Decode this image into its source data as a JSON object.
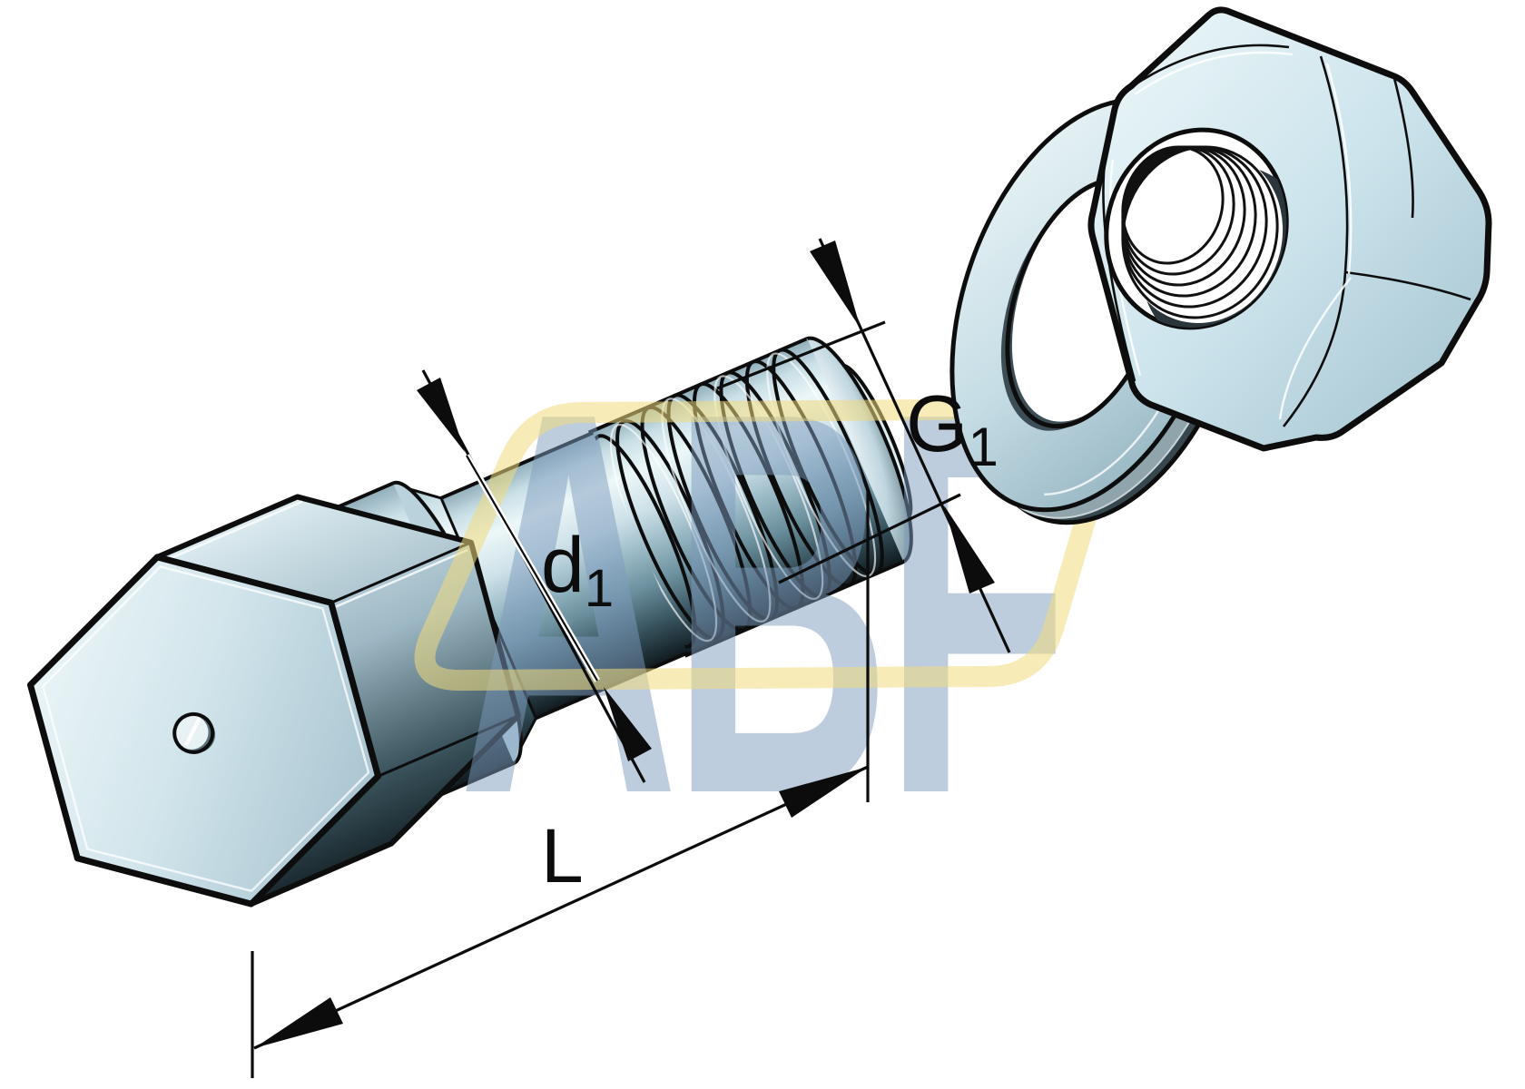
{
  "figure": {
    "type": "technical-drawing",
    "subject": "shoulder bolt with washer and hex nut, exploded isometric view"
  },
  "labels": {
    "thread": {
      "main": "G",
      "sub": "1"
    },
    "diameter": {
      "main": "d",
      "sub": "1"
    },
    "length": {
      "main": "L"
    }
  },
  "watermark": {
    "text": "ABF",
    "frame_color": "#f1da7e",
    "letter_color": "#7d9cbe"
  },
  "colors": {
    "line": "#0d0d0d",
    "steel_light": "#eaf5f7",
    "steel_mid": "#9dbcc8",
    "steel_dark": "#16232a",
    "background": "#ffffff"
  }
}
